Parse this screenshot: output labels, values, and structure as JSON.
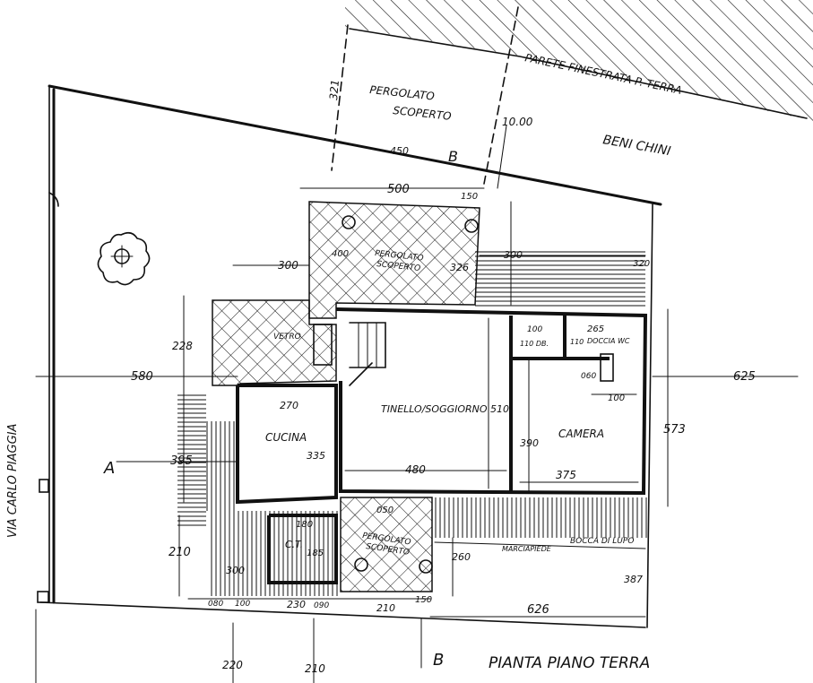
{
  "labels": {
    "pergolato_top": "PERGOLATO",
    "scoperto_top": "SCOPERTO",
    "parete": "PARETE FINESTRATA P. TERRA",
    "beni": "BENI CHINI",
    "via": "VIA CARLO PIAGGIA",
    "pergolato_mid": "PERGOLATO",
    "scoperto_mid": "SCOPERTO",
    "vetro": "VETRO",
    "tinello": "TINELLO/SOGGIORNO 510",
    "cucina": "CUCINA",
    "camera": "CAMERA",
    "ct": "C.T.",
    "pergolato_bot": "PERGOLATO",
    "scoperto_bot": "SCOPERTO",
    "doccia": "DOCCIA WC",
    "wc": "110 DB.",
    "bocca": "BOCCA DI LUPO",
    "marciapiede": "MARCIAPIEDE",
    "section_a": "A",
    "section_b_top": "B",
    "section_b_bot": "B",
    "title": "PIANTA PIANO TERRA"
  },
  "dims": {
    "d321": "321",
    "d1000": "10.00",
    "d450": "450",
    "d500": "500",
    "d150a": "150",
    "d300a": "300",
    "d400": "400",
    "d326": "326",
    "d300b": "300",
    "d320": "320",
    "d228": "228",
    "d580": "580",
    "d100": "100",
    "d265": "265",
    "d110": "110",
    "d060": "060",
    "d100b": "100",
    "d625": "625",
    "d270": "270",
    "d335": "335",
    "d390": "390",
    "d573": "573",
    "d395": "395",
    "d480": "480",
    "d375": "375",
    "d180": "180",
    "d050": "050",
    "d210a": "210",
    "d185": "185",
    "d300c": "300",
    "d260": "260",
    "d387": "387",
    "d080": "080",
    "d100c": "100",
    "d230": "230",
    "d090": "090",
    "d210b": "210",
    "d150b": "150",
    "d626": "626",
    "d220": "220",
    "d210c": "210"
  }
}
